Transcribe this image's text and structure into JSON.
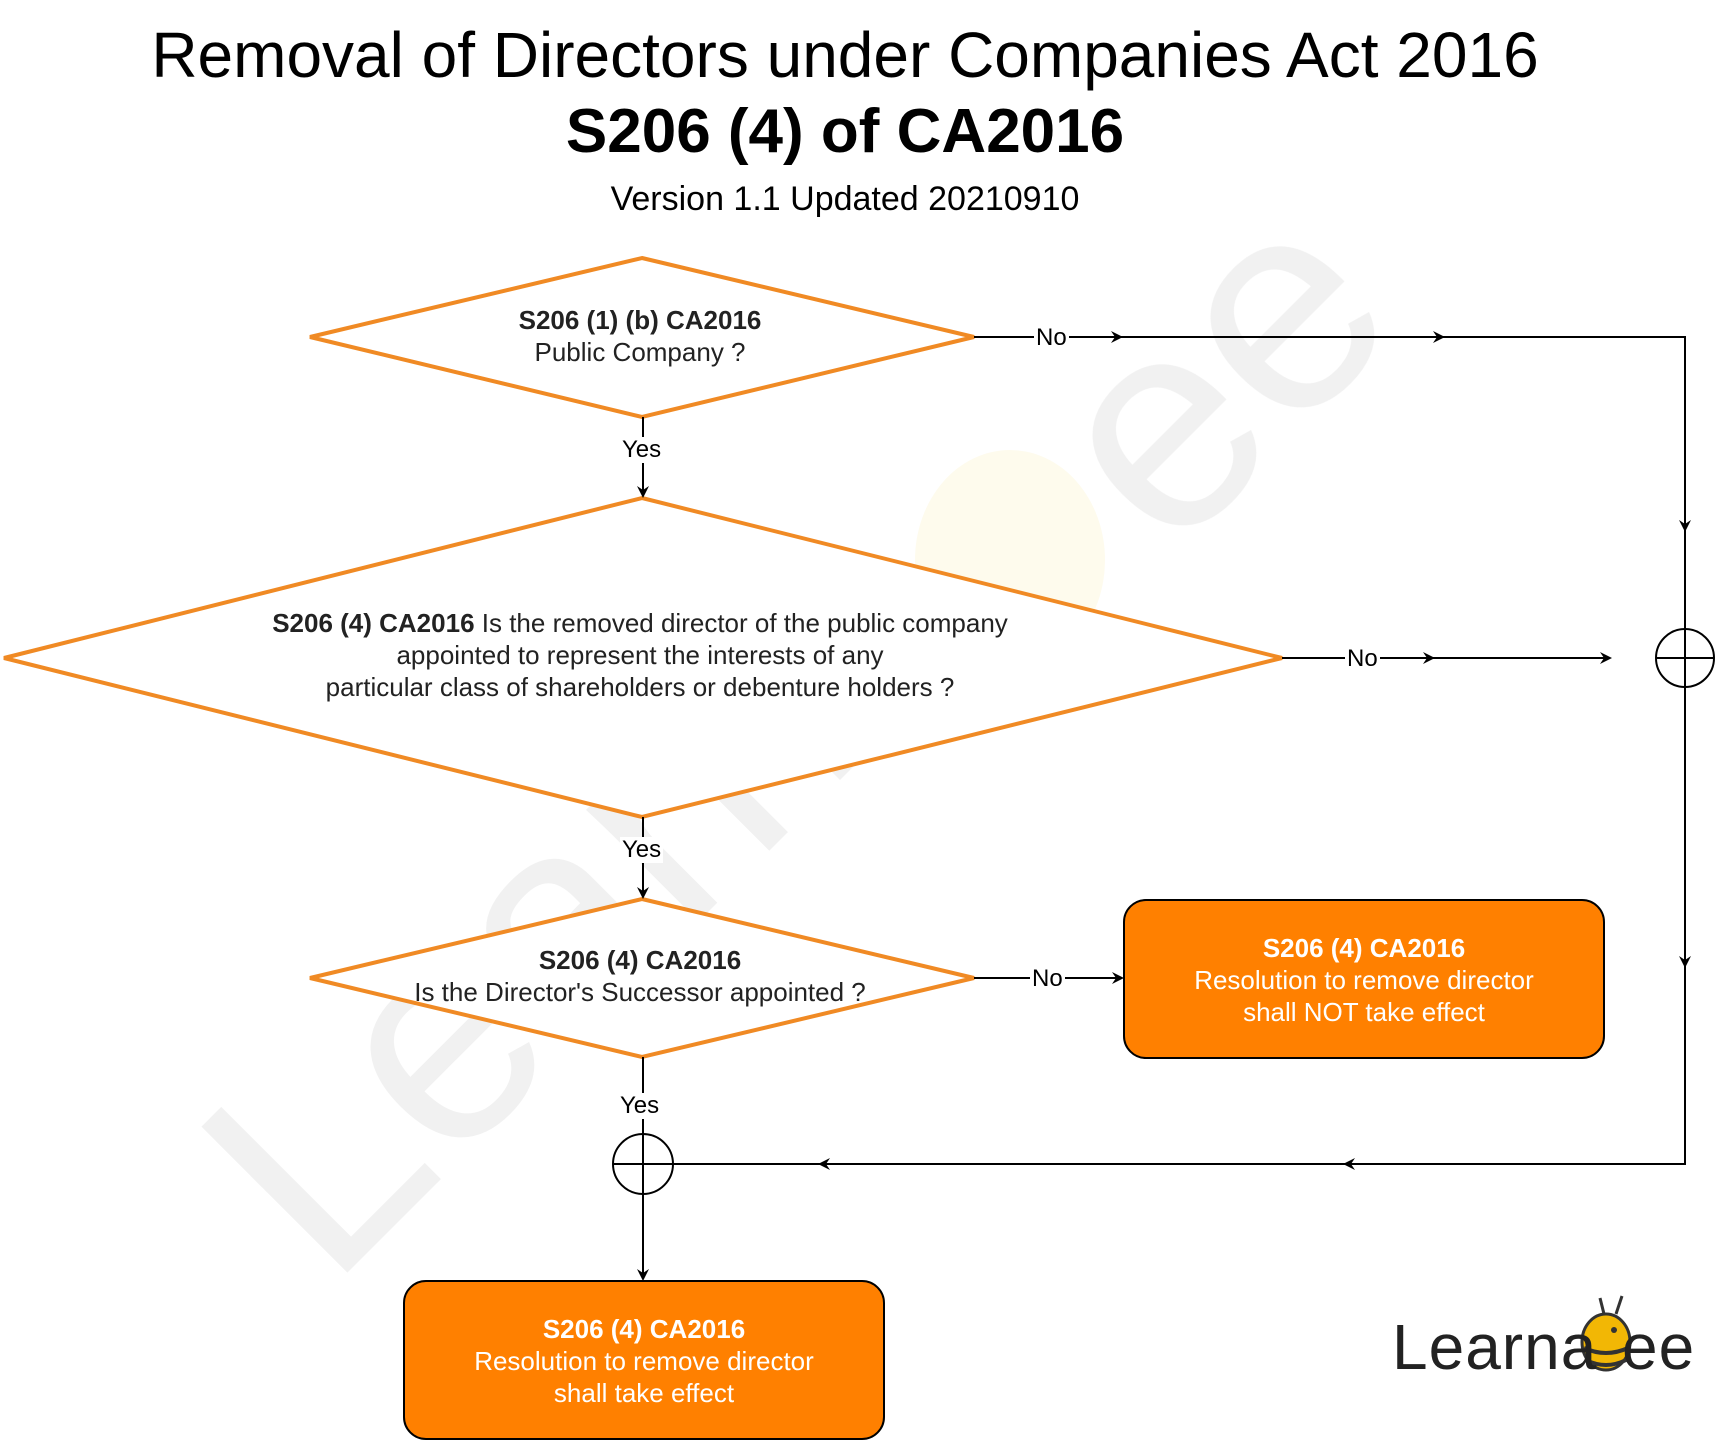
{
  "header": {
    "title": "Removal of Directors under Companies Act 2016",
    "subtitle": "S206 (4) of CA2016",
    "version": "Version 1.1 Updated 20210910"
  },
  "nodes": {
    "d1": {
      "ref": "S206 (1) (b) CA2016",
      "text": "Public Company ?"
    },
    "d2": {
      "ref": "S206 (4) CA2016",
      "line1": "Is the removed director of the public company",
      "line2": "appointed to represent the interests of any",
      "line3": "particular class of shareholders or debenture holders ?"
    },
    "d3": {
      "ref": "S206 (4) CA2016",
      "text": "Is the Director's Successor appointed ?"
    },
    "r_no": {
      "ref": "S206 (4) CA2016",
      "line1": "Resolution to remove director",
      "line2": "shall NOT take effect"
    },
    "r_yes": {
      "ref": "S206 (4) CA2016",
      "line1": "Resolution to remove director",
      "line2": "shall take effect"
    }
  },
  "edges": {
    "yes": "Yes",
    "no": "No"
  },
  "logo": {
    "part1": "Learna",
    "part2": "ee"
  },
  "watermark": "LearnaBee",
  "colors": {
    "orange": "#FF8000",
    "orange_stroke": "#F08A24",
    "line": "#000000"
  }
}
